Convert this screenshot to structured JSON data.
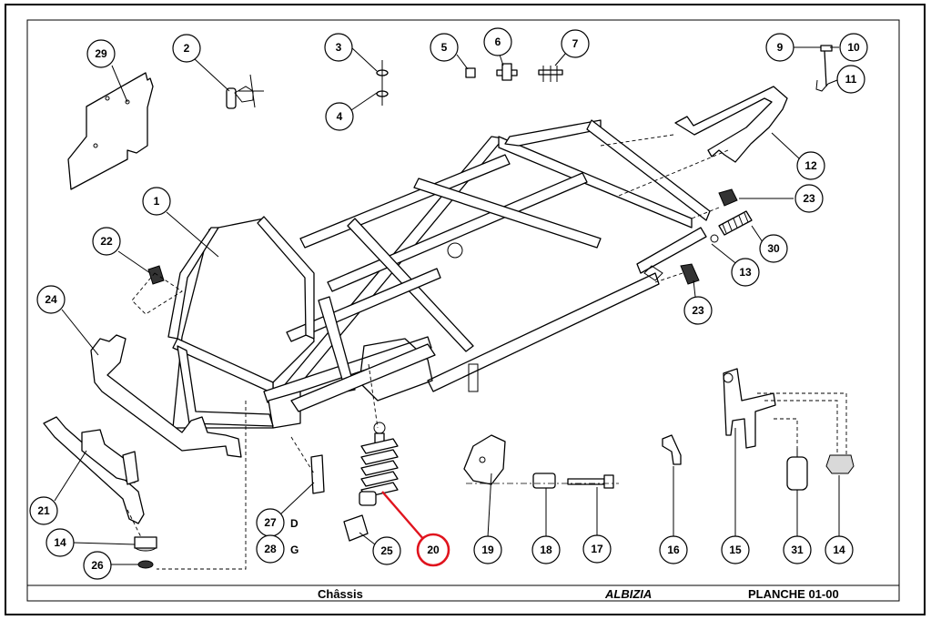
{
  "footer": {
    "section": "Châssis",
    "model": "ALBIZIA",
    "plate": "PLANCHE 01-00"
  },
  "highlight_color": "#e0141e",
  "callouts": [
    {
      "num": "1"
    },
    {
      "num": "2"
    },
    {
      "num": "3"
    },
    {
      "num": "4"
    },
    {
      "num": "5"
    },
    {
      "num": "6"
    },
    {
      "num": "7"
    },
    {
      "num": "9"
    },
    {
      "num": "10"
    },
    {
      "num": "11"
    },
    {
      "num": "12"
    },
    {
      "num": "13"
    },
    {
      "num": "14"
    },
    {
      "num": "14"
    },
    {
      "num": "15"
    },
    {
      "num": "16"
    },
    {
      "num": "17"
    },
    {
      "num": "18"
    },
    {
      "num": "19"
    },
    {
      "num": "20",
      "highlighted": true
    },
    {
      "num": "21"
    },
    {
      "num": "22"
    },
    {
      "num": "23"
    },
    {
      "num": "23"
    },
    {
      "num": "24"
    },
    {
      "num": "25"
    },
    {
      "num": "26"
    },
    {
      "num": "27",
      "suffix": "D"
    },
    {
      "num": "28",
      "suffix": "G"
    },
    {
      "num": "29"
    },
    {
      "num": "30"
    },
    {
      "num": "31"
    }
  ]
}
